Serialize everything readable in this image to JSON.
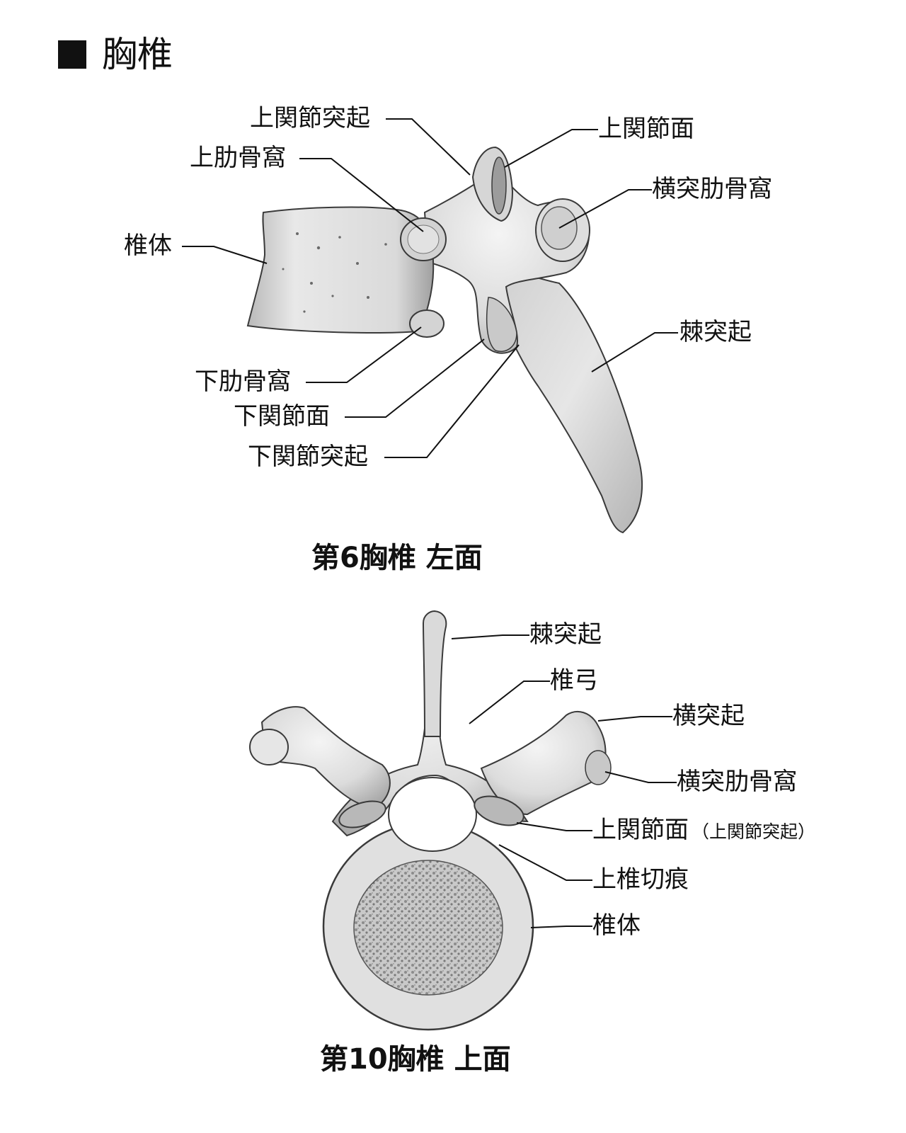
{
  "section": {
    "bullet_icon": "black-square",
    "title": "胸椎"
  },
  "figure1": {
    "caption": "第6胸椎 左面",
    "labels": {
      "sup_articular_process": "上関節突起",
      "sup_articular_facet": "上関節面",
      "sup_costal_fovea": "上肋骨窩",
      "transverse_costal_fovea": "横突肋骨窩",
      "body": "椎体",
      "spinous_process": "棘突起",
      "inf_costal_fovea": "下肋骨窩",
      "inf_articular_facet": "下関節面",
      "inf_articular_process": "下関節突起"
    }
  },
  "figure2": {
    "caption": "第10胸椎 上面",
    "labels": {
      "spinous_process": "棘突起",
      "lamina_arch": "椎弓",
      "transverse_process": "横突起",
      "transverse_costal_fovea": "横突肋骨窩",
      "sup_articular_facet": "上関節面",
      "sup_articular_facet_note": "（上関節突起）",
      "sup_vertebral_notch": "上椎切痕",
      "body": "椎体"
    }
  },
  "colors": {
    "bone_fill": "#e4e4e4",
    "bone_stroke": "#3a3a3a",
    "bone_shadow": "#9a9a9a",
    "line": "#111111"
  }
}
